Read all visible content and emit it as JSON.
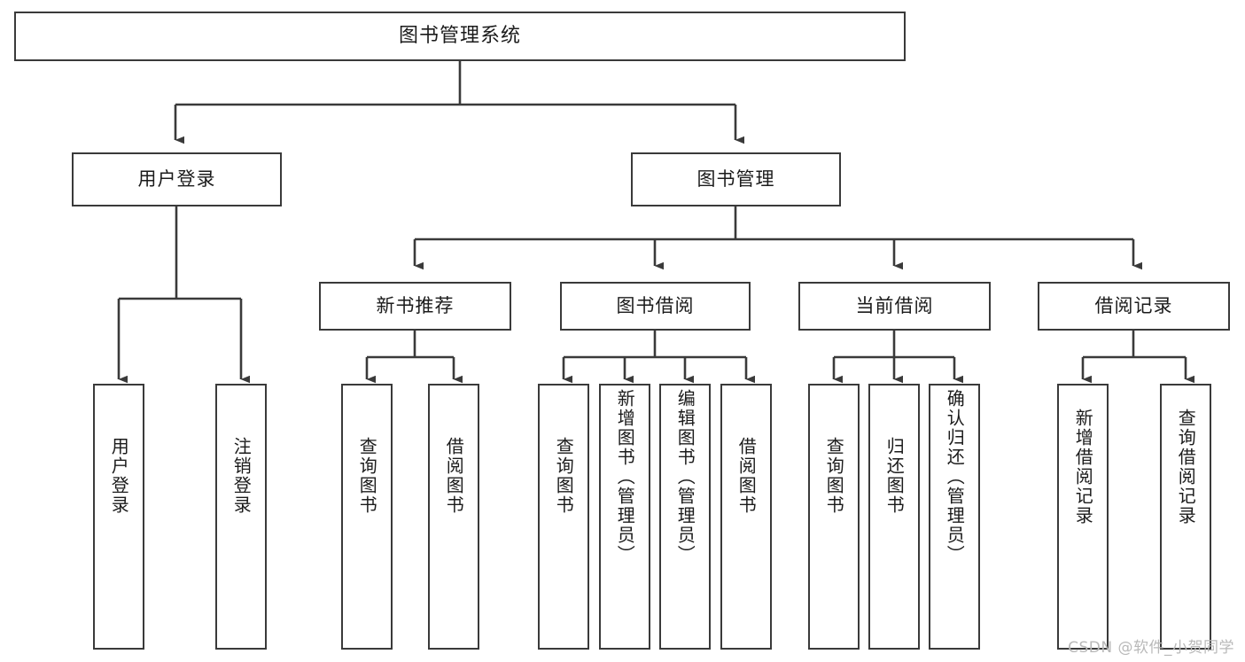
{
  "diagram": {
    "title": "图书管理系统",
    "type": "tree-hierarchy-chart",
    "watermark": "CSDN @软件_小贺同学",
    "colors": {
      "border": "#3a3a3a",
      "background": "#ffffff",
      "text": "#1b1b1b",
      "edge": "#3a3a3a",
      "watermark": "#b9b9b9"
    },
    "root": {
      "label": "图书管理系统"
    },
    "level1": [
      {
        "id": "user-login",
        "label": "用户登录"
      },
      {
        "id": "book-manage",
        "label": "图书管理"
      }
    ],
    "level2": [
      {
        "id": "new-book-rec",
        "label": "新书推荐",
        "parent": "book-manage"
      },
      {
        "id": "book-borrow",
        "label": "图书借阅",
        "parent": "book-manage"
      },
      {
        "id": "current-borrow",
        "label": "当前借阅",
        "parent": "book-manage"
      },
      {
        "id": "borrow-record",
        "label": "借阅记录",
        "parent": "book-manage"
      }
    ],
    "leaves": {
      "user_login": [
        {
          "id": "leaf-user-login",
          "label": "用户登录"
        },
        {
          "id": "leaf-logout",
          "label": "注销登录"
        }
      ],
      "new_book_rec": [
        {
          "id": "leaf-query-book-1",
          "label": "查询图书"
        },
        {
          "id": "leaf-borrow-book-1",
          "label": "借阅图书"
        }
      ],
      "book_borrow": [
        {
          "id": "leaf-query-book-2",
          "label": "查询图书"
        },
        {
          "id": "leaf-add-book",
          "label": "新增图书（管理员）"
        },
        {
          "id": "leaf-edit-book",
          "label": "编辑图书（管理员）"
        },
        {
          "id": "leaf-borrow-book-2",
          "label": "借阅图书"
        }
      ],
      "current_borrow": [
        {
          "id": "leaf-query-book-3",
          "label": "查询图书"
        },
        {
          "id": "leaf-return-book",
          "label": "归还图书"
        },
        {
          "id": "leaf-confirm-return",
          "label": "确认归还（管理员）"
        }
      ],
      "borrow_record": [
        {
          "id": "leaf-add-record",
          "label": "新增借阅记录"
        },
        {
          "id": "leaf-query-record",
          "label": "查询借阅记录"
        }
      ]
    }
  }
}
